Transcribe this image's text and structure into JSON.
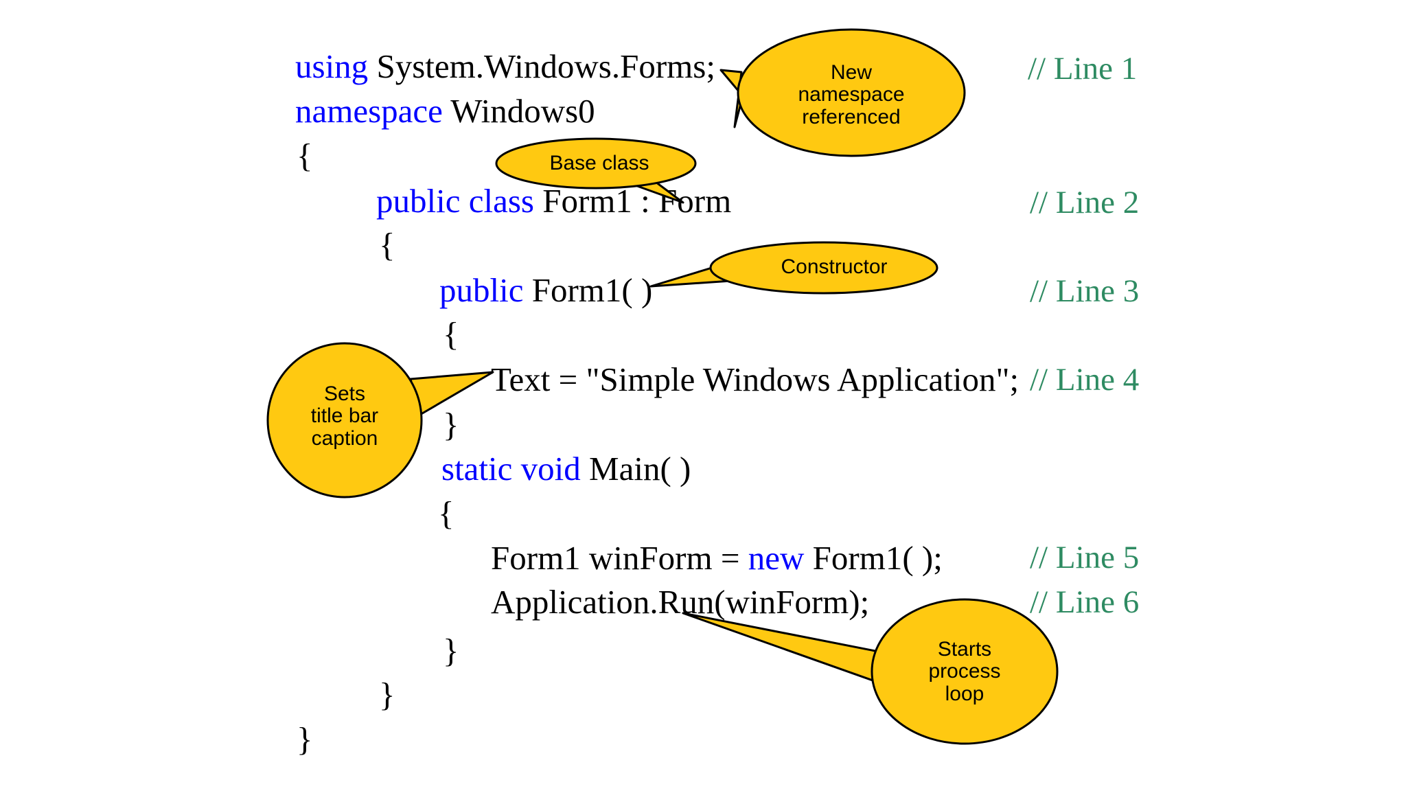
{
  "page": {
    "title": "C# Simple Windows Application annotated code slide",
    "background_color": "#FFFFFF"
  },
  "theme": {
    "keyword_color": "#0000FF",
    "code_color": "#000000",
    "comment_color": "#2E8B62",
    "callout_fill": "#FFC911",
    "callout_stroke": "#000000",
    "callout_text_color": "#000000"
  },
  "code": {
    "lines": [
      {
        "id": "line-using",
        "indent": 0,
        "keyword": "using",
        "rest": " System.Windows.Forms;"
      },
      {
        "id": "line-namespace",
        "indent": 0,
        "keyword": "namespace",
        "rest": " Windows0"
      },
      {
        "id": "line-open-ns",
        "indent": 0,
        "keyword": "",
        "rest": "{"
      },
      {
        "id": "line-class",
        "indent": 1,
        "keyword": "public class",
        "rest": " Form1 : Form"
      },
      {
        "id": "line-open-class",
        "indent": 1,
        "keyword": "",
        "rest": "{"
      },
      {
        "id": "line-ctor",
        "indent": 2,
        "keyword": "public",
        "rest": " Form1( )"
      },
      {
        "id": "line-open-ctor",
        "indent": 2,
        "keyword": "",
        "rest": "{"
      },
      {
        "id": "line-text",
        "indent": 3,
        "keyword": "",
        "rest": "Text = \"Simple Windows Application\";"
      },
      {
        "id": "line-close-ctor",
        "indent": 2,
        "keyword": "",
        "rest": "}"
      },
      {
        "id": "line-main",
        "indent": 2,
        "keyword": "static void",
        "rest": " Main( )"
      },
      {
        "id": "line-open-main",
        "indent": 2,
        "keyword": "",
        "rest": "{"
      },
      {
        "id": "line-newform",
        "indent": 3,
        "keyword": "",
        "rest": "Form1 winForm = "
      },
      {
        "id": "line-apprun",
        "indent": 3,
        "keyword": "",
        "rest": "Application.Run(winForm);"
      },
      {
        "id": "line-close-main",
        "indent": 2,
        "keyword": "",
        "rest": "}"
      },
      {
        "id": "line-close-class",
        "indent": 1,
        "keyword": "",
        "rest": "}"
      },
      {
        "id": "line-close-ns",
        "indent": 0,
        "keyword": "",
        "rest": "}"
      }
    ],
    "newform_keyword": "new",
    "newform_tail": " Form1( );"
  },
  "comments": [
    {
      "id": "comment-line-1",
      "text": "// Line 1"
    },
    {
      "id": "comment-line-2",
      "text": "// Line 2"
    },
    {
      "id": "comment-line-3",
      "text": "// Line 3"
    },
    {
      "id": "comment-line-4",
      "text": "// Line 4"
    },
    {
      "id": "comment-line-5",
      "text": "// Line 5"
    },
    {
      "id": "comment-line-6",
      "text": "// Line 6"
    }
  ],
  "callouts": [
    {
      "id": "callout-namespace",
      "text": "New\nnamespace\nreferenced",
      "shape": "ellipse",
      "points_to": "using System.Windows.Forms;"
    },
    {
      "id": "callout-base-class",
      "text": "Base class",
      "shape": "ellipse",
      "points_to": "Form"
    },
    {
      "id": "callout-constructor",
      "text": "Constructor",
      "shape": "ellipse",
      "points_to": "Form1( )"
    },
    {
      "id": "callout-title-bar",
      "text": "Sets\ntitle bar\ncaption",
      "shape": "circle",
      "points_to": "Text = \"Simple Windows Application\";"
    },
    {
      "id": "callout-process",
      "text": "Starts\nprocess\nloop",
      "shape": "ellipse",
      "points_to": "Application.Run(winForm);"
    }
  ]
}
